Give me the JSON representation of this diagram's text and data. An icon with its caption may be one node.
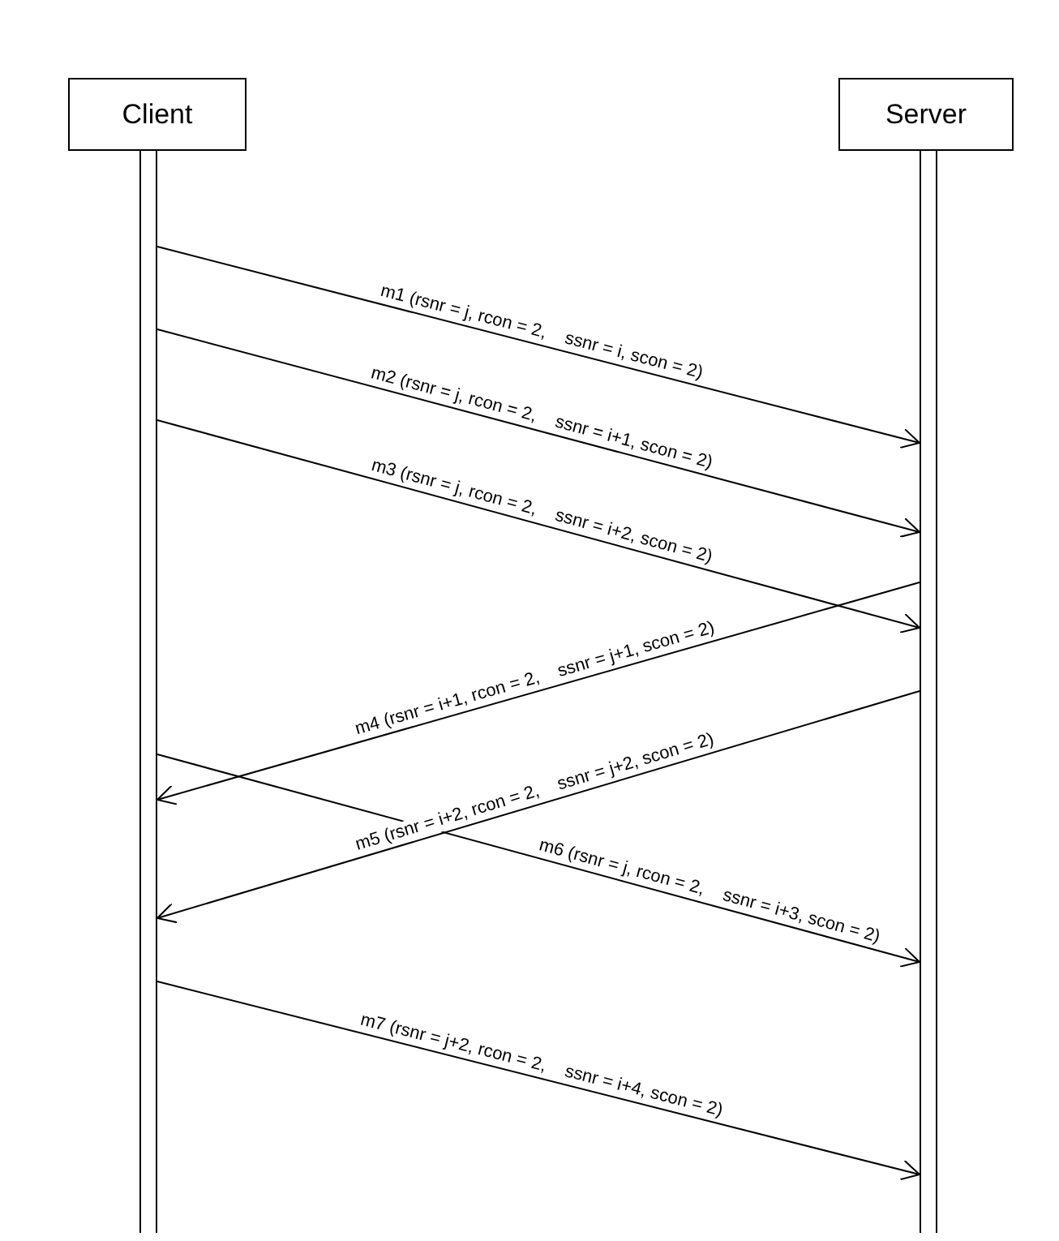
{
  "diagram": {
    "nodes": [
      {
        "text": [
          "Client"
        ]
      },
      {
        "text": [
          "Server"
        ]
      },
      {
        "text": [],
        "shape": "bar"
      },
      {
        "text": [],
        "shape": "bar"
      }
    ],
    "edges": [
      {
        "from": 2,
        "to": 3,
        "arrow": "to",
        "label": "m1 (rsnr = j, rcon = 2,    ssnr = i, scon = 2)"
      },
      {
        "from": 2,
        "to": 3,
        "arrow": "to",
        "label": "m2 (rsnr = j, rcon = 2,    ssnr = i+1, scon = 2)"
      },
      {
        "from": 2,
        "to": 3,
        "arrow": "to",
        "label": "m3 (rsnr = j, rcon = 2,    ssnr = i+2, scon = 2)"
      },
      {
        "from": 3,
        "to": 2,
        "arrow": "to",
        "label": "m4 (rsnr = i+1, rcon = 2,    ssnr = j+1, scon = 2)"
      },
      {
        "from": 3,
        "to": 2,
        "arrow": "to",
        "label": "m5 (rsnr = i+2, rcon = 2,    ssnr = j+2, scon = 2)"
      },
      {
        "from": 2,
        "to": 3,
        "arrow": "to",
        "label": "m6 (rsnr = j, rcon = 2,    ssnr = i+3, scon = 2)"
      },
      {
        "from": 2,
        "to": 3,
        "arrow": "to",
        "label": "m7 (rsnr = j+2, rcon = 2,    ssnr = i+4, scon = 2)"
      }
    ]
  }
}
